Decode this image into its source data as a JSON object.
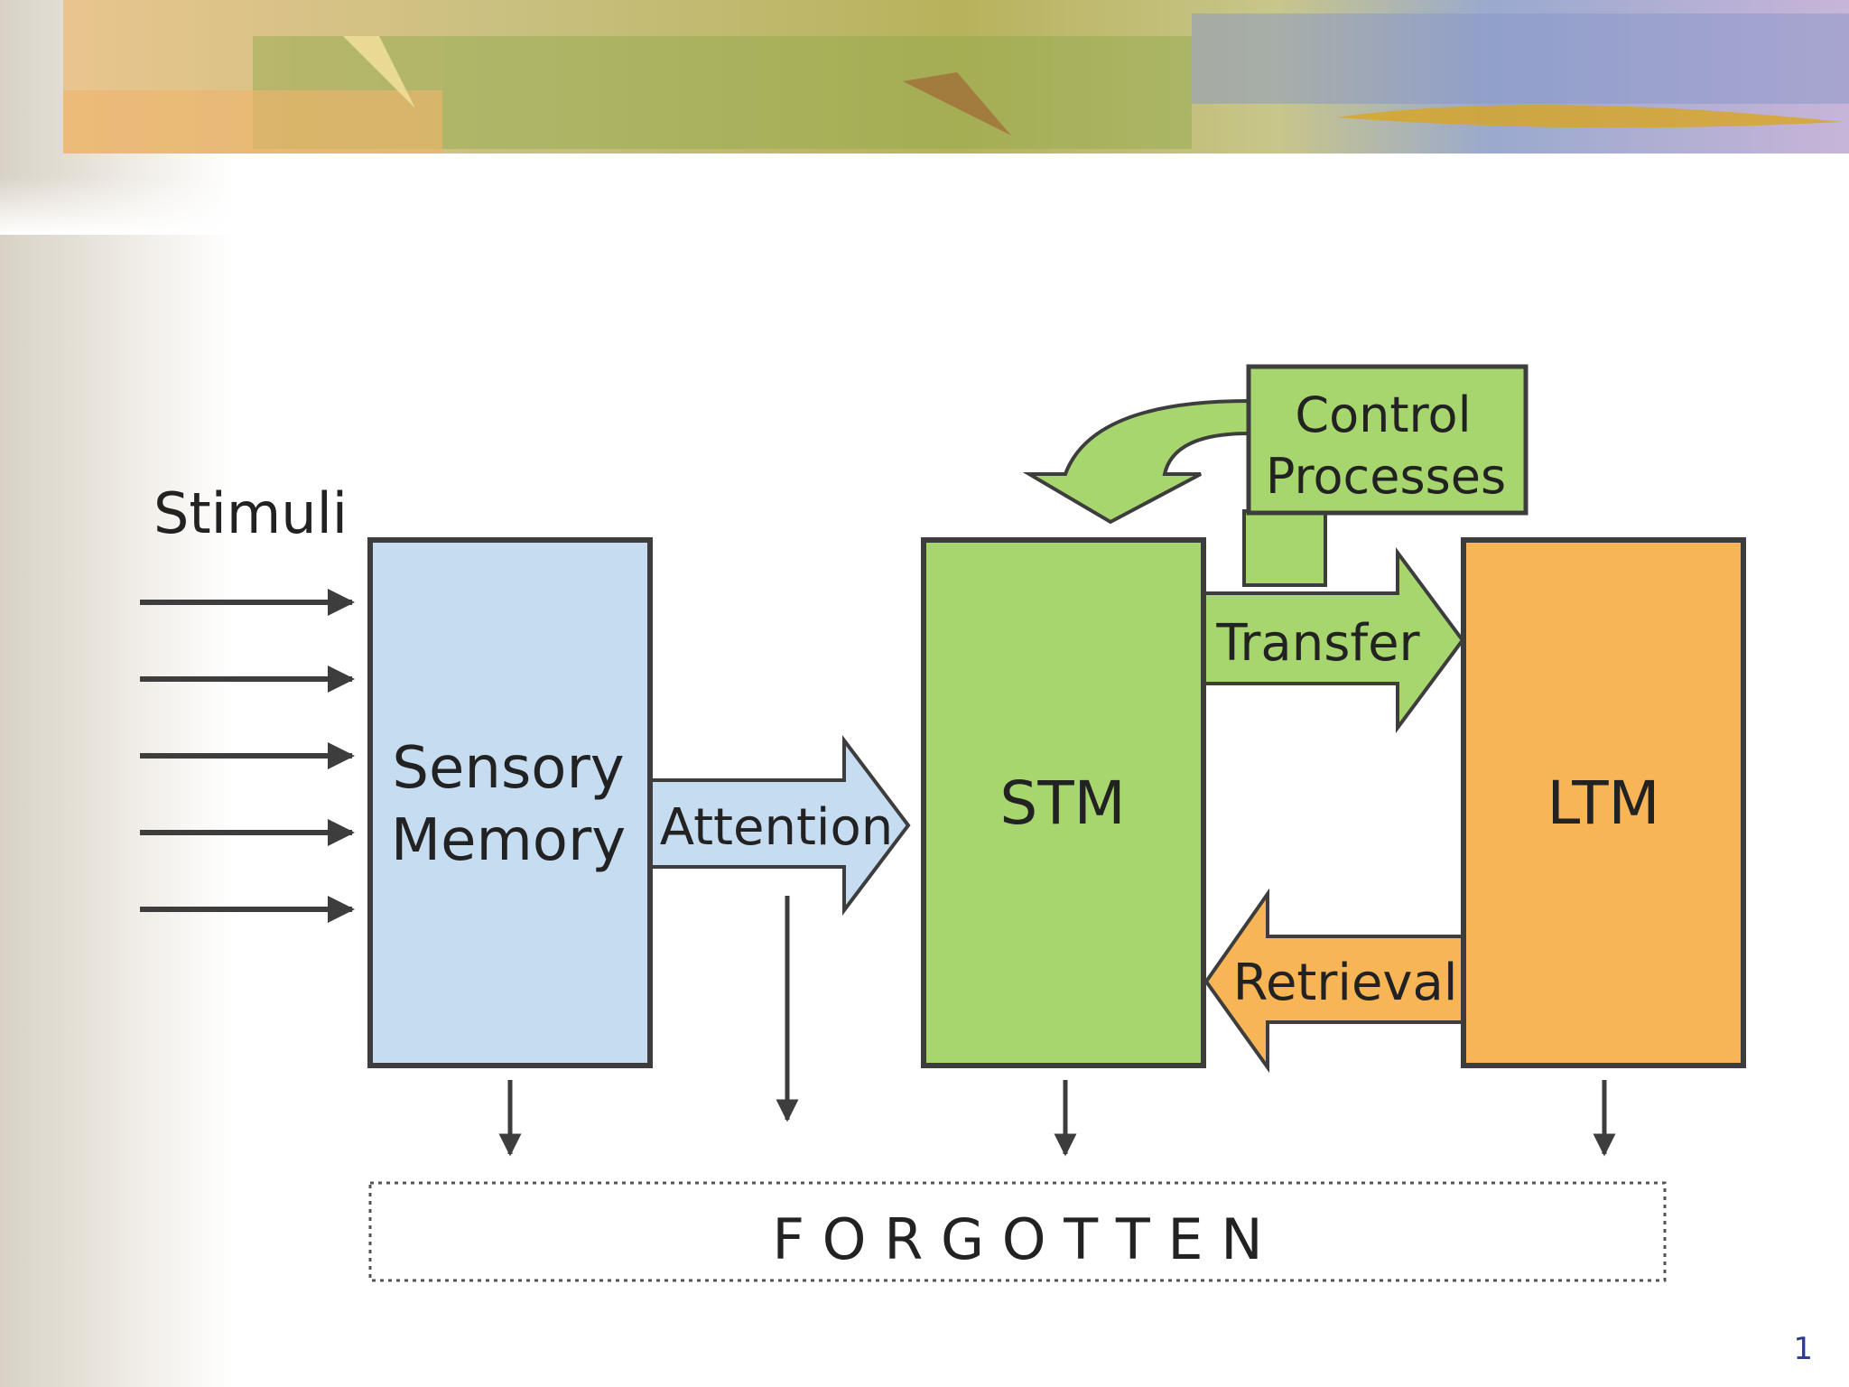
{
  "diagram": {
    "stimuli_label": "Stimuli",
    "sensory_memory": {
      "line1": "Sensory",
      "line2": "Memory"
    },
    "attention_label": "Attention",
    "stm_label": "STM",
    "ltm_label": "LTM",
    "control_processes": {
      "line1": "Control",
      "line2": "Processes"
    },
    "transfer_label": "Transfer",
    "retrieval_label": "Retrieval",
    "forgotten_label": "F O R G O T T E N"
  },
  "page_number": "1",
  "colors": {
    "sensory_fill": "#c6dcf1",
    "stm_fill": "#a8d66e",
    "ltm_fill": "#f7b556",
    "control_fill": "#a8d66e",
    "outline": "#3d3d3d",
    "arrow": "#3d3d3d"
  }
}
